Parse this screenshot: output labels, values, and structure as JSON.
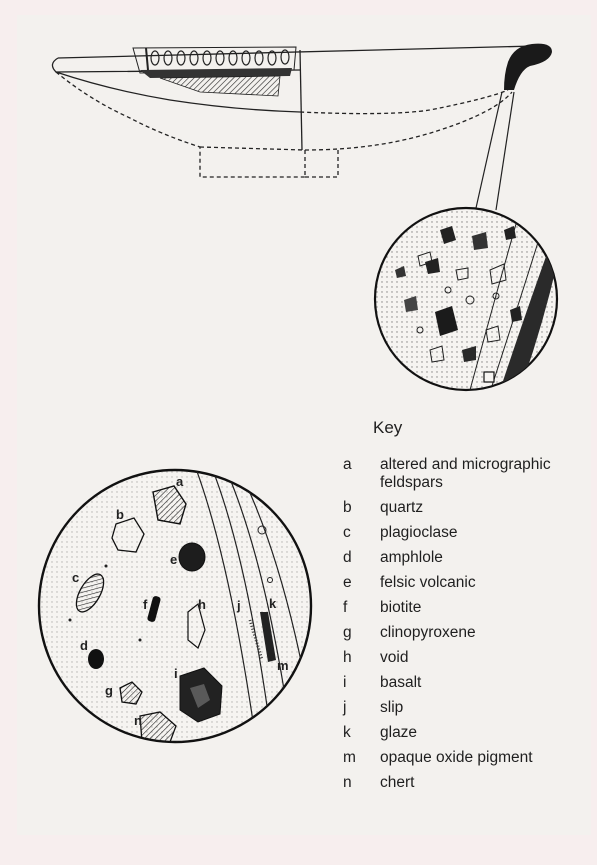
{
  "figure": {
    "key_title": "Key",
    "key": [
      {
        "letter": "a",
        "description": "altered and micrographic feldspars"
      },
      {
        "letter": "b",
        "description": "quartz"
      },
      {
        "letter": "c",
        "description": "plagioclase"
      },
      {
        "letter": "d",
        "description": "amphlole"
      },
      {
        "letter": "e",
        "description": "felsic volcanic"
      },
      {
        "letter": "f",
        "description": "biotite"
      },
      {
        "letter": "g",
        "description": "clinopyroxene"
      },
      {
        "letter": "h",
        "description": "void"
      },
      {
        "letter": "i",
        "description": "basalt"
      },
      {
        "letter": "j",
        "description": "slip"
      },
      {
        "letter": "k",
        "description": "glaze"
      },
      {
        "letter": "m",
        "description": "opaque oxide pigment"
      },
      {
        "letter": "n",
        "description": "chert"
      }
    ],
    "diagram_labels": [
      "a",
      "b",
      "c",
      "d",
      "e",
      "f",
      "g",
      "h",
      "i",
      "j",
      "k",
      "m",
      "n"
    ]
  }
}
